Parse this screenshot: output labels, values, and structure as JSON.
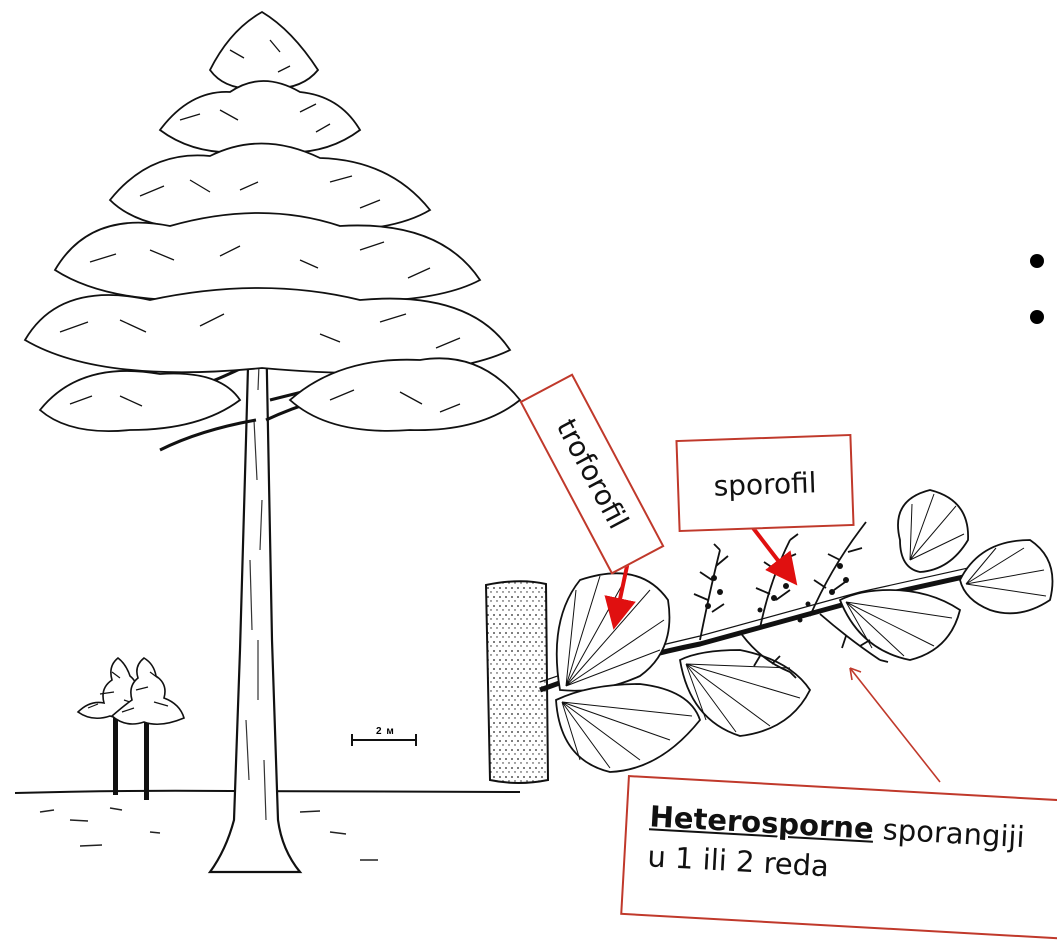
{
  "labels": {
    "troforofil": "troforofil",
    "sporofil": "sporofil",
    "heterosporne_bold": "Heterosporne",
    "heterosporne_rest": " sporangiji",
    "heterosporne_line2": "u 1 ili 2 reda"
  },
  "scale": {
    "text": "2 м"
  },
  "colors": {
    "accent": "#c0392b",
    "arrow": "#e01010",
    "ink": "#111111"
  }
}
